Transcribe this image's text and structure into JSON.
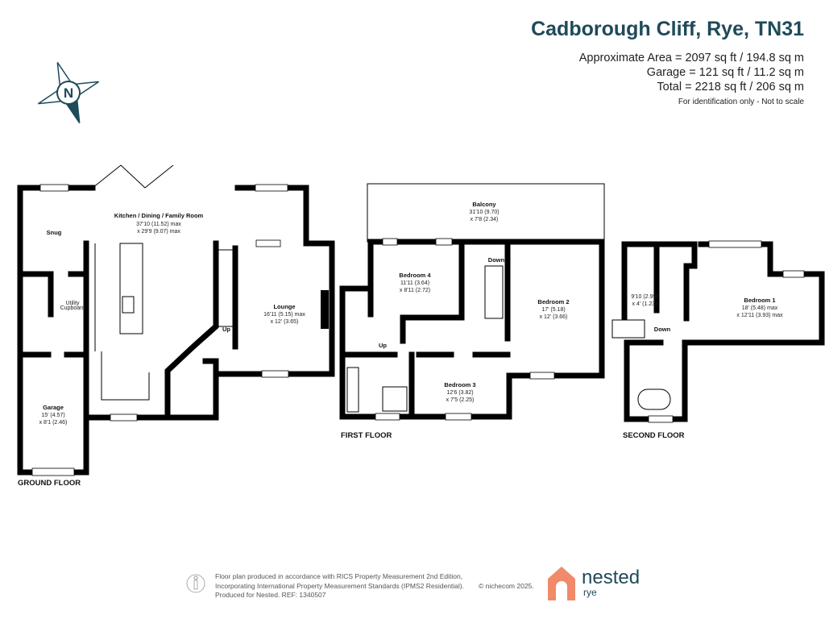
{
  "header": {
    "title": "Cadborough Cliff, Rye, TN31",
    "areas": [
      "Approximate Area = 2097 sq ft / 194.8 sq m",
      "Garage = 121 sq ft / 11.2 sq m",
      "Total = 2218 sq ft / 206 sq m"
    ],
    "note": "For identification only - Not to scale"
  },
  "compass": {
    "label": "N",
    "color": "#1f4a5a"
  },
  "ground_floor": {
    "label": "GROUND FLOOR",
    "kitchen": {
      "name": "Kitchen / Dining / Family Room",
      "dim1": "37'10 (11.52) max",
      "dim2": "x 29'9 (9.07) max"
    },
    "snug": {
      "name": "Snug"
    },
    "utility": {
      "name1": "Utility",
      "name2": "Cupboard"
    },
    "lounge": {
      "name": "Lounge",
      "dim1": "16'11 (5.15) max",
      "dim2": "x 12' (3.65)"
    },
    "garage": {
      "name": "Garage",
      "dim1": "15' (4.57)",
      "dim2": "x 8'1 (2.46)"
    },
    "stairs": "Up"
  },
  "first_floor": {
    "label": "FIRST FLOOR",
    "balcony": {
      "name": "Balcony",
      "dim1": "31'10 (9.70)",
      "dim2": "x 7'8 (2.34)"
    },
    "bedroom4": {
      "name": "Bedroom 4",
      "dim1": "11'11 (3.64)",
      "dim2": "x 8'11 (2.72)"
    },
    "bedroom2": {
      "name": "Bedroom 2",
      "dim1": "17' (5.18)",
      "dim2": "x 12' (3.66)"
    },
    "bedroom3": {
      "name": "Bedroom 3",
      "dim1": "12'6 (3.82)",
      "dim2": "x 7'5 (2.25)"
    },
    "stairs_up": "Up",
    "stairs_down": "Down"
  },
  "second_floor": {
    "label": "SECOND FLOOR",
    "store": {
      "dim1": "9'10 (2.99)",
      "dim2": "x 4' (1.23)"
    },
    "bedroom1": {
      "name": "Bedroom 1",
      "dim1": "18' (5.48) max",
      "dim2": "x 12'11 (3.93) max"
    },
    "stairs_down": "Down"
  },
  "footer": {
    "lines": [
      "Floor plan produced in accordance with RICS Property Measurement 2nd Edition,",
      "Incorporating International Property Measurement Standards (IPMS2 Residential).",
      "Produced for Nested.  REF:  1340507"
    ],
    "copyright": "© nichecom 2025.",
    "brand": "nested",
    "brand_sub": "rye",
    "brand_color": "#f08a6a"
  }
}
